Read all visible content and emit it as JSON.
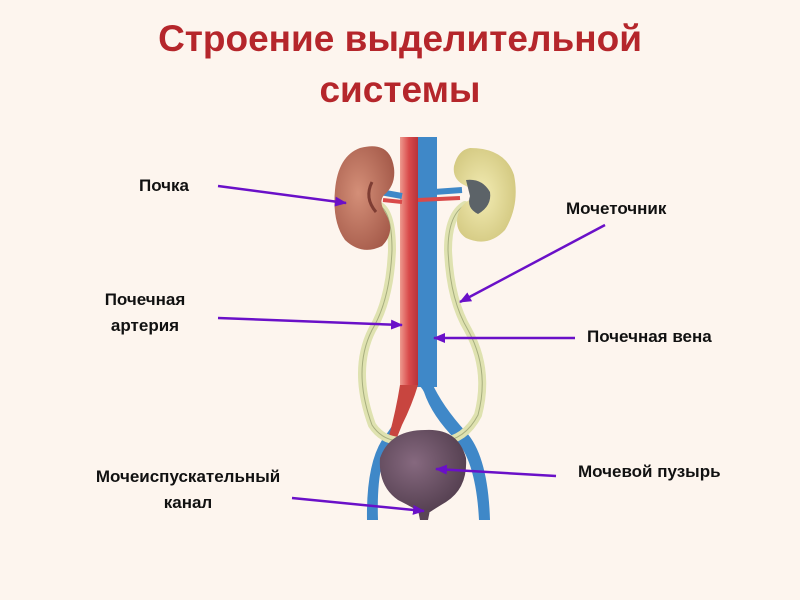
{
  "title": {
    "line1": "Строение выделительной",
    "line2": "системы"
  },
  "labels": {
    "kidney": "Почка",
    "ureter": "Мочеточник",
    "renal_artery_1": "Почечная",
    "renal_artery_2": "артерия",
    "renal_vein": "Почечная вена",
    "urethra_1": "Мочеиспускательный",
    "urethra_2": "канал",
    "bladder": "Мочевой пузырь"
  },
  "colors": {
    "title": "#b5262b",
    "pointer": "#6a10c8",
    "artery": "#d94a4a",
    "vein": "#3f88c8",
    "kidney_left": "#b96a5a",
    "kidney_right": "#e6dd98",
    "ureter": "#e8ebc0",
    "bladder": "#6e5468"
  }
}
